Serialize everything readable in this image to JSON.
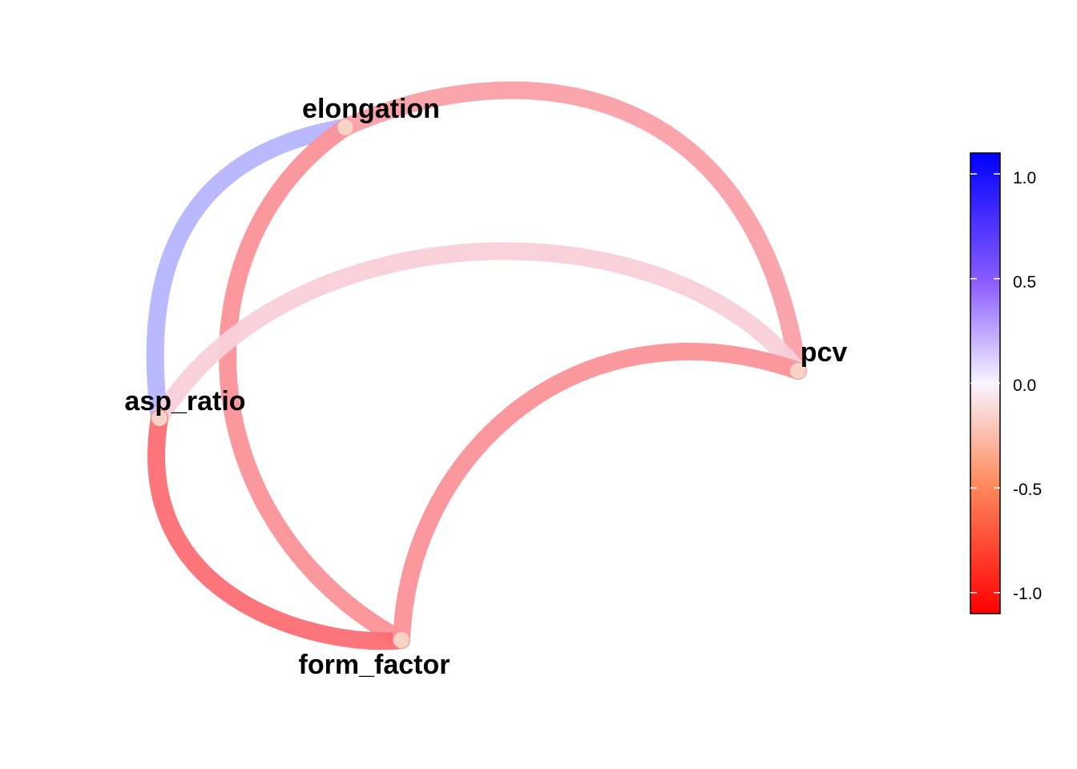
{
  "chart_data": {
    "type": "network",
    "title": "",
    "nodes": [
      {
        "name": "elongation"
      },
      {
        "name": "pcv"
      },
      {
        "name": "asp_ratio"
      },
      {
        "name": "form_factor"
      }
    ],
    "edges": [
      {
        "source": "elongation",
        "target": "asp_ratio",
        "correlation": 0.3
      },
      {
        "source": "elongation",
        "target": "pcv",
        "correlation": -0.35
      },
      {
        "source": "elongation",
        "target": "form_factor",
        "correlation": -0.4
      },
      {
        "source": "asp_ratio",
        "target": "pcv",
        "correlation": -0.15
      },
      {
        "source": "asp_ratio",
        "target": "form_factor",
        "correlation": -0.55
      },
      {
        "source": "pcv",
        "target": "form_factor",
        "correlation": -0.4
      }
    ],
    "colorbar": {
      "range": [
        -1.1,
        1.1
      ],
      "ticks": [
        1.0,
        0.5,
        0.0,
        -0.5,
        -1.0
      ],
      "tick_labels": [
        "1.0",
        "0.5",
        "0.0",
        "-0.5",
        "-1.0"
      ],
      "colors": {
        "negative": "#ff0000",
        "mid": "#f8f8ff",
        "positive": "#0000ff"
      }
    }
  }
}
